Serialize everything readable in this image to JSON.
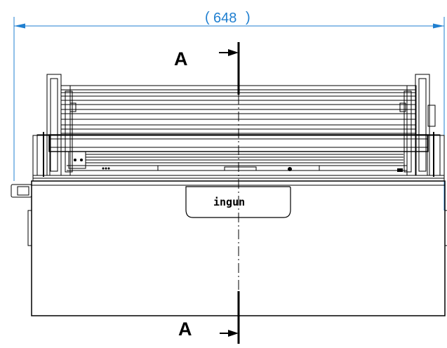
{
  "dimension": {
    "open_paren": "(",
    "value": "648",
    "close_paren": ")"
  },
  "section_labels": {
    "top": "A",
    "bottom": "A"
  },
  "logo": {
    "text": "ingun"
  },
  "colors": {
    "dimension": "#1f7fd0",
    "lines": "#000000"
  }
}
